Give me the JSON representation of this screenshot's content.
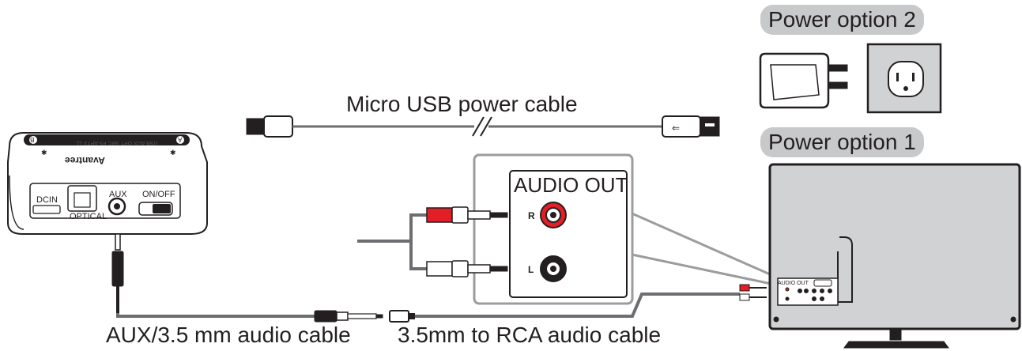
{
  "labels": {
    "micro_usb_cable": "Micro USB power cable",
    "power_option_2": "Power option 2",
    "power_option_1": "Power option 1",
    "audio_out": "AUDIO OUT",
    "rca_right": "R",
    "rca_left": "L",
    "aux_cable": "AUX/3.5 mm audio cable",
    "rca_cable": "3.5mm to RCA audio cable"
  },
  "device": {
    "brand": "Avantree",
    "top_text": "USB AUX OPT SBC FS APTX LL",
    "top_a": "A",
    "top_b": "B",
    "port_dcin": "DCIN",
    "port_optical": "OPTICAL",
    "port_aux": "AUX",
    "switch_label": "ON/OFF"
  },
  "tv": {
    "audio_out": "AUDIO OUT"
  },
  "colors": {
    "line": "#231f20",
    "gray_pill": "#c8c9ca",
    "outlet_bg": "#d1d2d4",
    "tv_screen": "#d1d2d4",
    "rca_red": "#e21e26"
  }
}
